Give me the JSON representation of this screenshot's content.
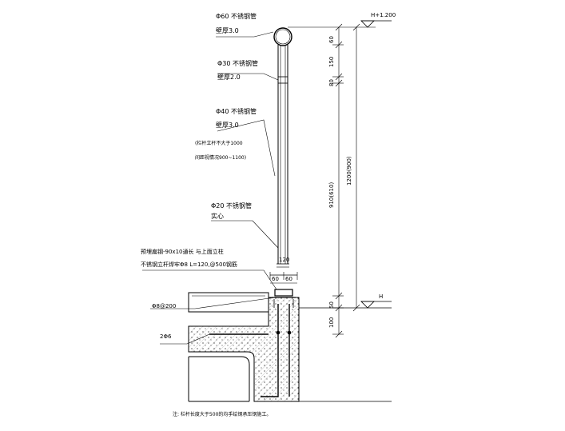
{
  "labels": {
    "pipe60_name": "Φ60 不锈钢管",
    "pipe60_wall": "壁厚3.0",
    "pipe30_name": "Φ30 不锈钢管",
    "pipe30_wall": "壁厚2.0",
    "pipe40_name": "Φ40 不锈钢管",
    "pipe40_wall": "壁厚3.0",
    "note_a": "(栏杆立杆不大于1000",
    "note_b": "间距视情况900~1100)",
    "pipe20_name": "Φ20 不锈钢管",
    "pipe20_fill": "实心",
    "plate_a": "预埋扁钢-90x10通长 与上面立柱",
    "plate_b": "不锈钢立杆焊牢Φ8  L=120,@500钢筋",
    "rebar1": "Φ8@200",
    "rebar2": "2Φ6",
    "footer": "注: 栏杆长度大于500的均手绘钢承压钢施工。"
  },
  "dims": {
    "d60": "60",
    "d150": "150",
    "d80": "80",
    "d910": "910(610)",
    "d1200": "1200(900)",
    "d50": "50",
    "d100": "100",
    "d120": "120",
    "d60b": "60",
    "d60c": "60"
  },
  "levels": {
    "top": "H+1.200",
    "base": "H"
  }
}
